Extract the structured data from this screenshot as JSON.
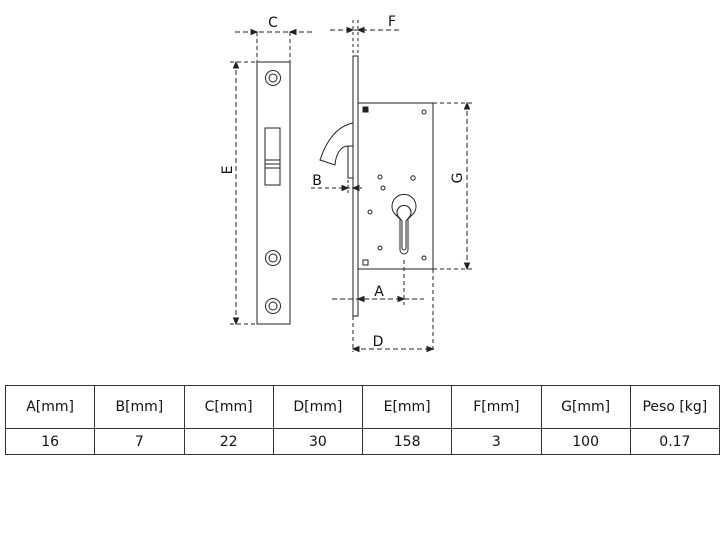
{
  "dimension_labels": {
    "a": "A",
    "b": "B",
    "c": "C",
    "d": "D",
    "e": "E",
    "f": "F",
    "g": "G"
  },
  "table": {
    "headers": [
      "A[mm]",
      "B[mm]",
      "C[mm]",
      "D[mm]",
      "E[mm]",
      "F[mm]",
      "G[mm]",
      "Peso [kg]"
    ],
    "rows": [
      [
        "16",
        "7",
        "22",
        "30",
        "158",
        "3",
        "100",
        "0.17"
      ]
    ]
  }
}
